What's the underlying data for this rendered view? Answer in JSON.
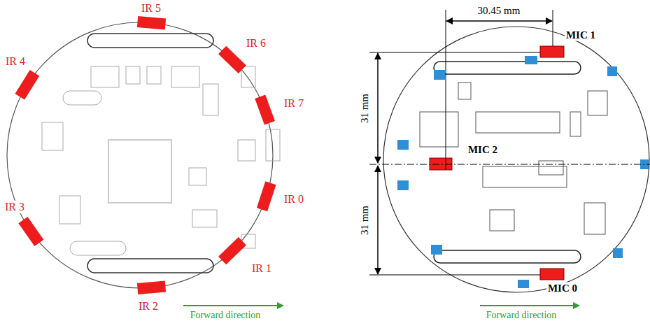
{
  "diagram": {
    "labels": [
      "IR 5",
      "IR 6",
      "IR 4",
      "IR 7",
      "IR 0",
      "IR 3",
      "IR 1",
      "IR 2",
      "Forward direction",
      "30.45 mm",
      "MIC 1",
      "31 mm",
      "MIC 2",
      "31 mm",
      "MIC 0",
      "Forward direction"
    ]
  }
}
